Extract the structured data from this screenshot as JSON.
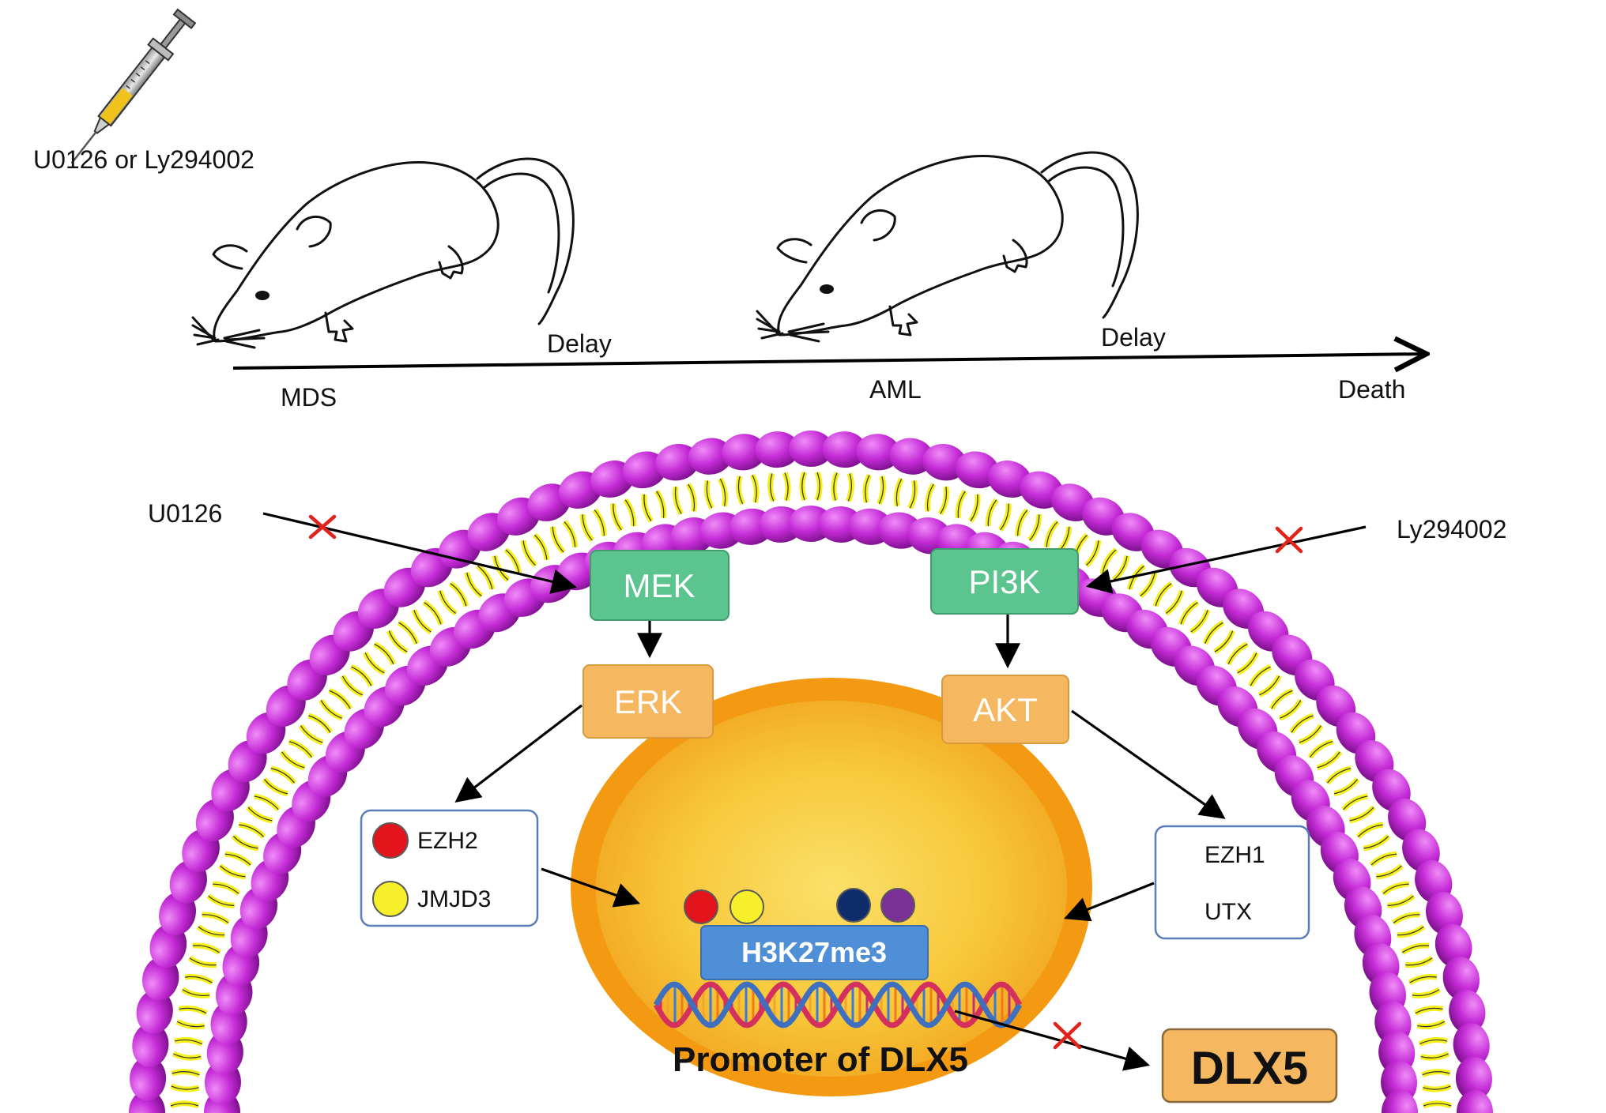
{
  "timeline": {
    "injection_label": "U0126 or Ly294002",
    "stages": [
      "MDS",
      "AML",
      "Death"
    ],
    "delay_labels": [
      "Delay",
      "Delay"
    ]
  },
  "inhibitors": {
    "left": "U0126",
    "right": "Ly294002"
  },
  "nodes": {
    "mek": "MEK",
    "erk": "ERK",
    "pi3k": "PI3K",
    "akt": "AKT",
    "dlx5": "DLX5"
  },
  "left_box": {
    "items": [
      "EZH2",
      "JMJD3"
    ]
  },
  "right_box": {
    "items": [
      "EZH1",
      "UTX"
    ]
  },
  "nucleus": {
    "histone_label": "H3K27me3",
    "promoter_label": "Promoter of DLX5"
  },
  "colors": {
    "membrane_head": "#c42bd6",
    "membrane_tail": "#f5ef1a",
    "green_box": "#5bc48f",
    "orange_box": "#f5b860",
    "nucleus_outer": "#f39a12",
    "nucleus_inner": "#f7d23b",
    "histone_box": "#4e8fd8",
    "inhibit_x": "#e0241b",
    "ezh2_dot": "#e3141c",
    "jmjd3_dot": "#f6ef2a",
    "ezh1_dot": "#0f2d6b",
    "utx_dot": "#7b3096"
  }
}
